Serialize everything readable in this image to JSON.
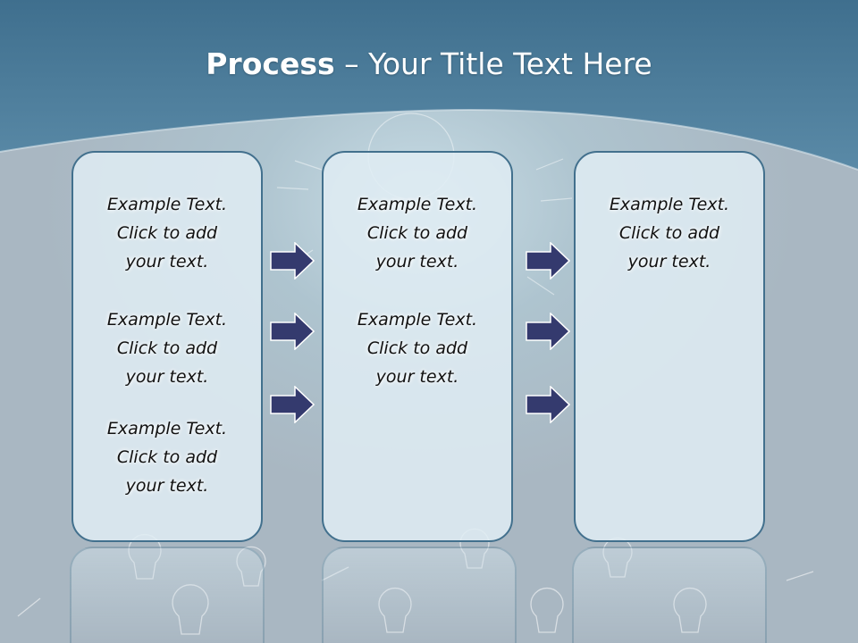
{
  "title": {
    "bold": "Process",
    "rest": " – Your Title Text Here"
  },
  "columns": [
    {
      "items": [
        {
          "line1": "Example Text.",
          "line2": "Click  to add",
          "line3": "your text."
        },
        {
          "line1": "Example Text.",
          "line2": "Click  to add",
          "line3": "your text."
        },
        {
          "line1": "Example Text.",
          "line2": "Click  to add",
          "line3": "your text."
        }
      ]
    },
    {
      "items": [
        {
          "line1": "Example Text.",
          "line2": "Click  to add",
          "line3": "your text."
        },
        {
          "line1": "Example Text.",
          "line2": "Click  to add",
          "line3": "your text."
        }
      ]
    },
    {
      "items": [
        {
          "line1": "Example Text.",
          "line2": "Click  to add",
          "line3": "your text."
        }
      ]
    }
  ],
  "colors": {
    "header": "#4a7d9b",
    "box_border": "#42708d",
    "arrow_fill": "#343a6e",
    "title_text": "#ffffff"
  },
  "icons": [
    "arrow-right-icon",
    "lightbulb-icon"
  ]
}
